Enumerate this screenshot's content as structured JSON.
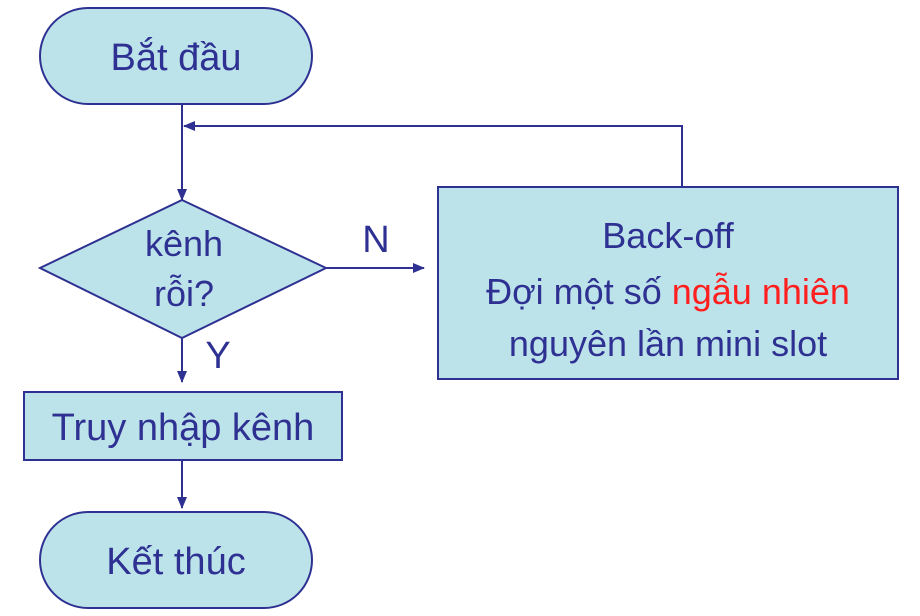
{
  "colors": {
    "fill": "#bde3ea",
    "stroke": "#2e3192",
    "text": "#2e3192",
    "accent": "#ff1f1f"
  },
  "nodes": {
    "start": {
      "label": "Bắt đầu"
    },
    "decision": {
      "line1": "kênh",
      "line2": "rỗi?"
    },
    "access": {
      "label": "Truy nhập kênh"
    },
    "end": {
      "label": "Kết thúc"
    },
    "backoff": {
      "line1": "Back-off",
      "line2_prefix": "Đợi một số ",
      "line2_highlight": "ngẫu nhiên",
      "line3": "nguyên lần mini slot"
    }
  },
  "edge_labels": {
    "no": "N",
    "yes": "Y"
  }
}
